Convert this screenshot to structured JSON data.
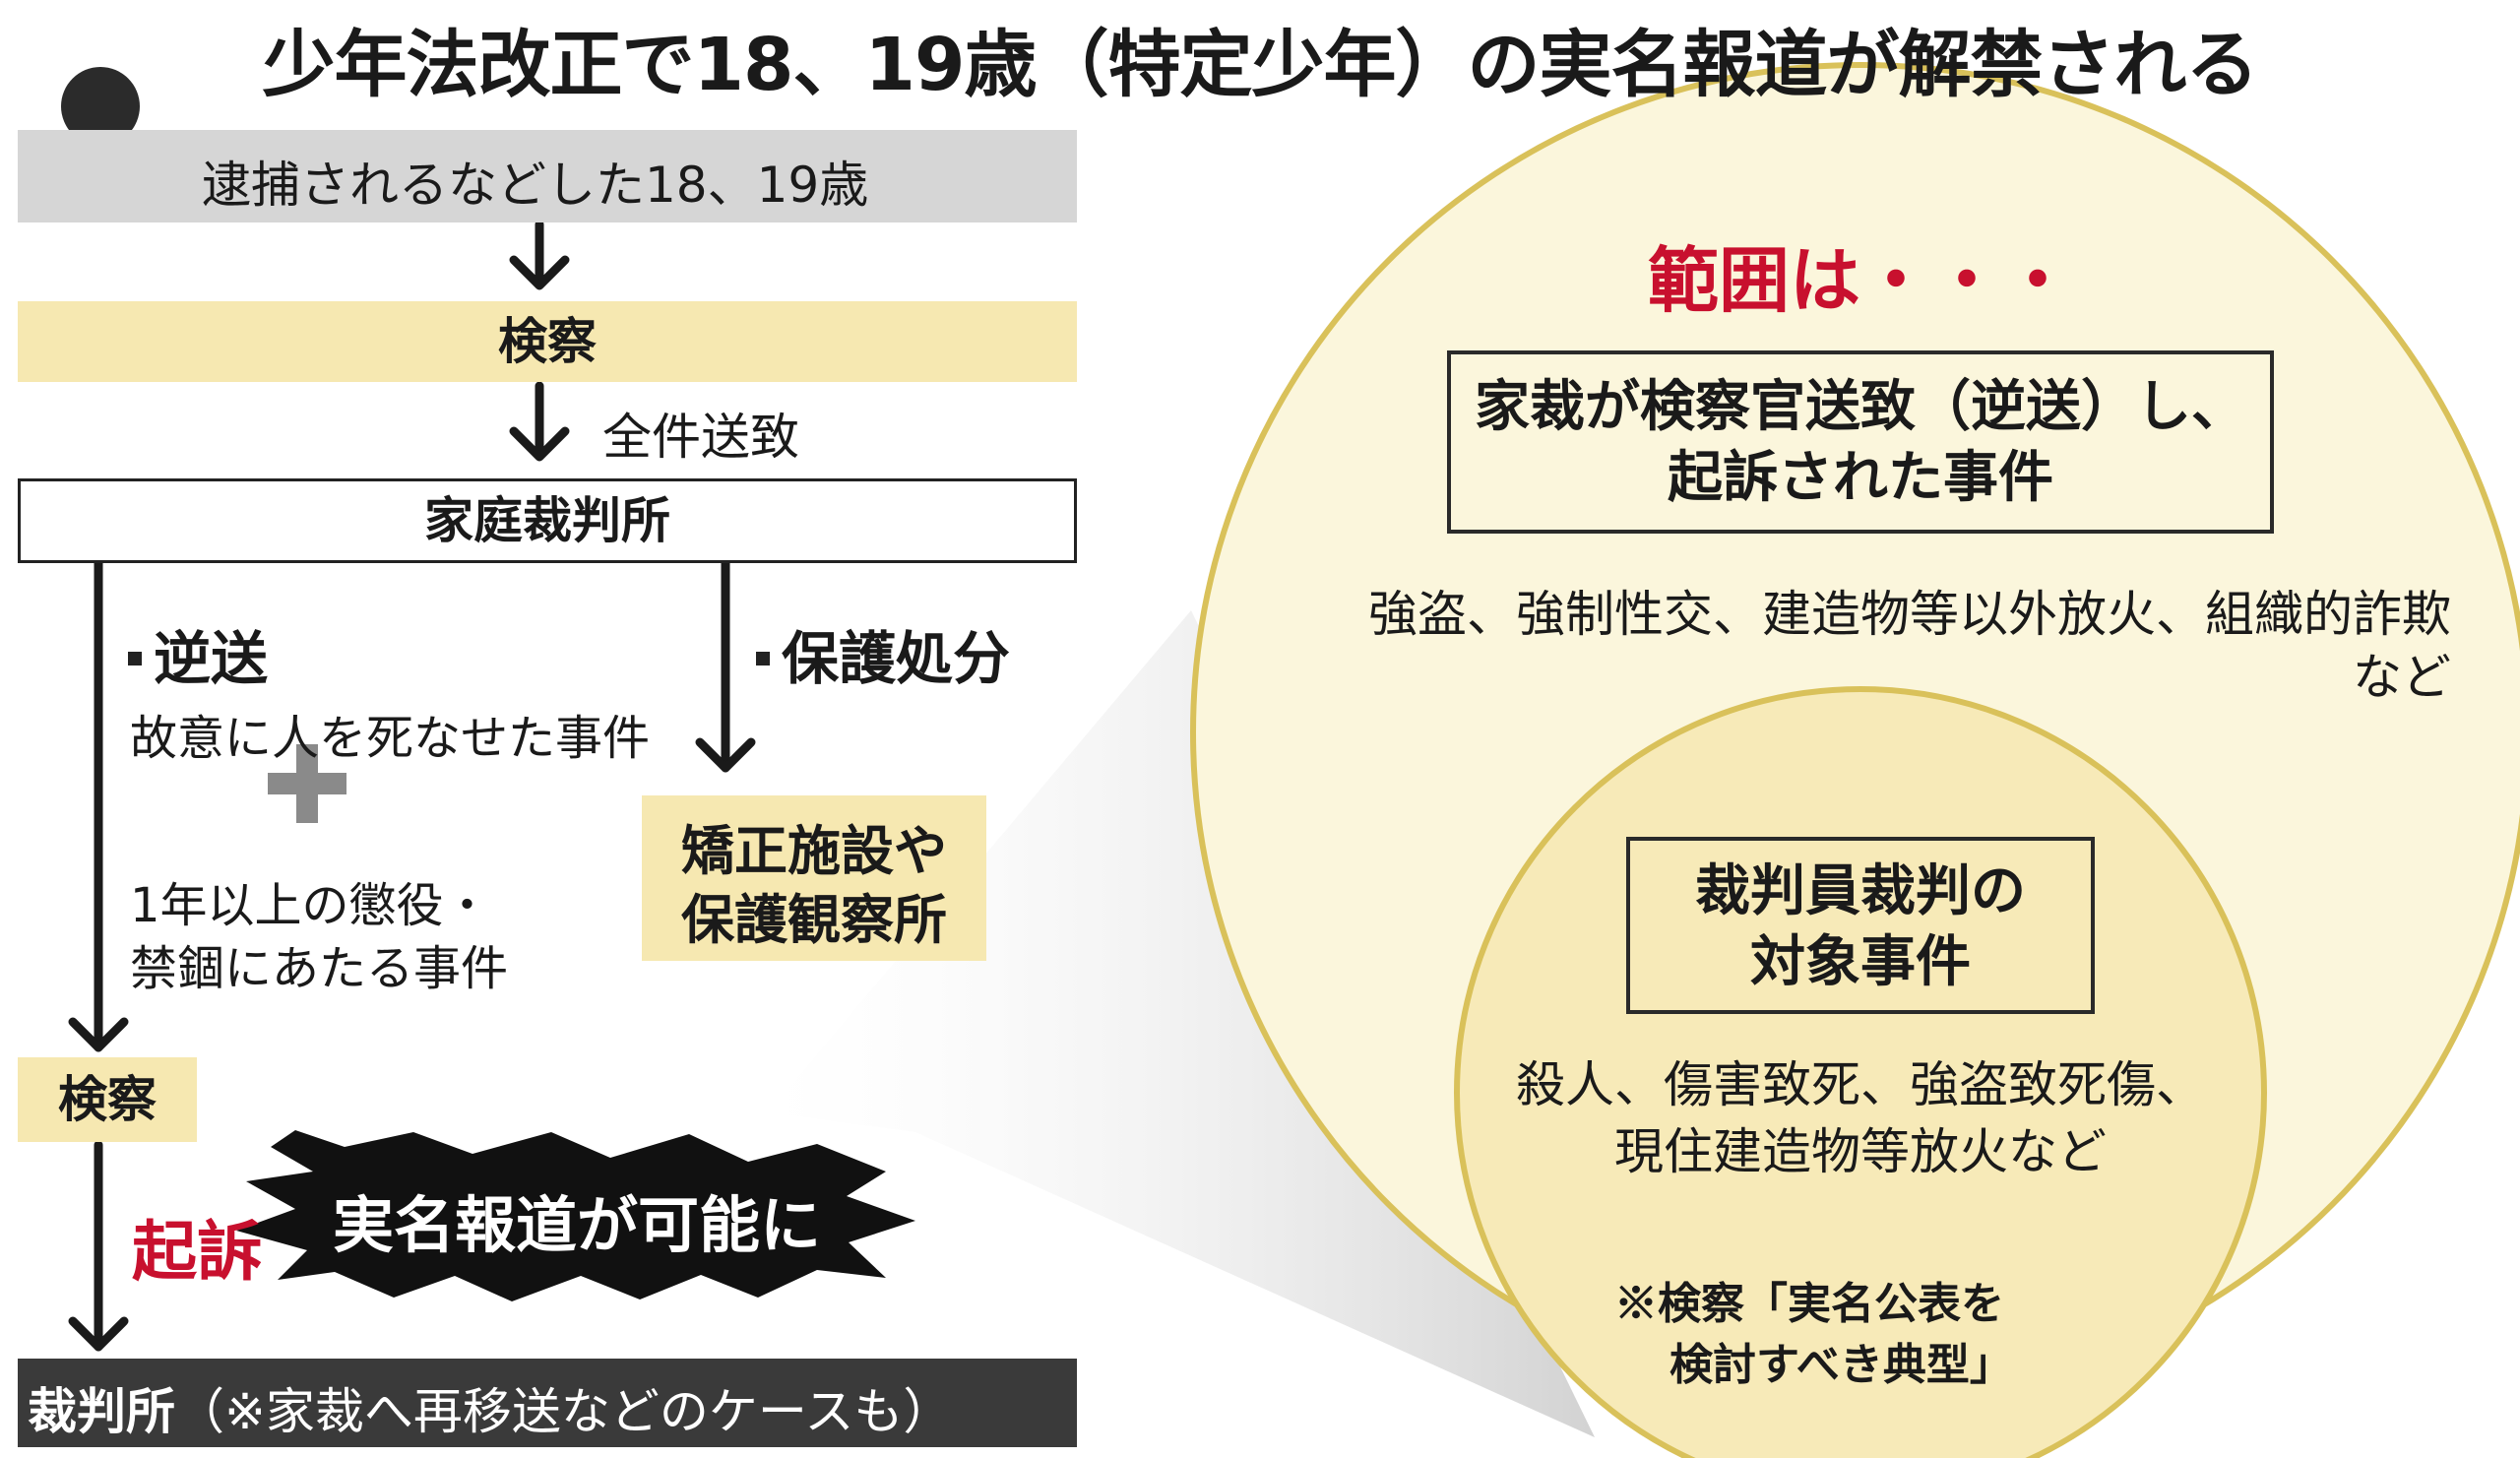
{
  "title": "少年法改正で18、19歳（特定少年）の実名報道が解禁される",
  "flow": {
    "arrested": "逮捕されるなどした18、19歳",
    "prosecution_top": "検察",
    "all_cases_sent": "全件送致",
    "family_court": "家庭裁判所",
    "reverse_transfer": {
      "heading": "逆送",
      "line1": "故意に人を死なせた事件",
      "line2": "1年以上の懲役・",
      "line3": "禁錮にあたる事件"
    },
    "protective_disposition": {
      "heading": "保護処分",
      "dest_line1": "矯正施設や",
      "dest_line2": "保護観察所"
    },
    "prosecution_bottom": "検察",
    "indictment": "起訴",
    "real_name_possible": "実名報道が可能に",
    "court_bold": "裁判所",
    "court_note": "（※家裁へ再移送などのケースも）"
  },
  "scope": {
    "heading": "範囲は・・・",
    "outer_box_line1": "家裁が検察官送致（逆送）し、",
    "outer_box_line2": "起訴された事件",
    "outer_examples_line1": "強盗、強制性交、建造物等以外放火、組織的詐欺",
    "outer_examples_line2": "など",
    "inner_box_line1": "裁判員裁判の",
    "inner_box_line2": "対象事件",
    "inner_examples_line1": "殺人、傷害致死、強盗致死傷、",
    "inner_examples_line2": "現住建造物等放火など",
    "note_line1": "※検察「実名公表を",
    "note_line2": "検討すべき典型」"
  },
  "colors": {
    "accent_red": "#c8102e",
    "pale_yellow": "#f6e8b1",
    "circle_outline": "#d9c15a",
    "gray_bar": "#d6d6d6",
    "dark_bar": "#3a3a3a"
  }
}
